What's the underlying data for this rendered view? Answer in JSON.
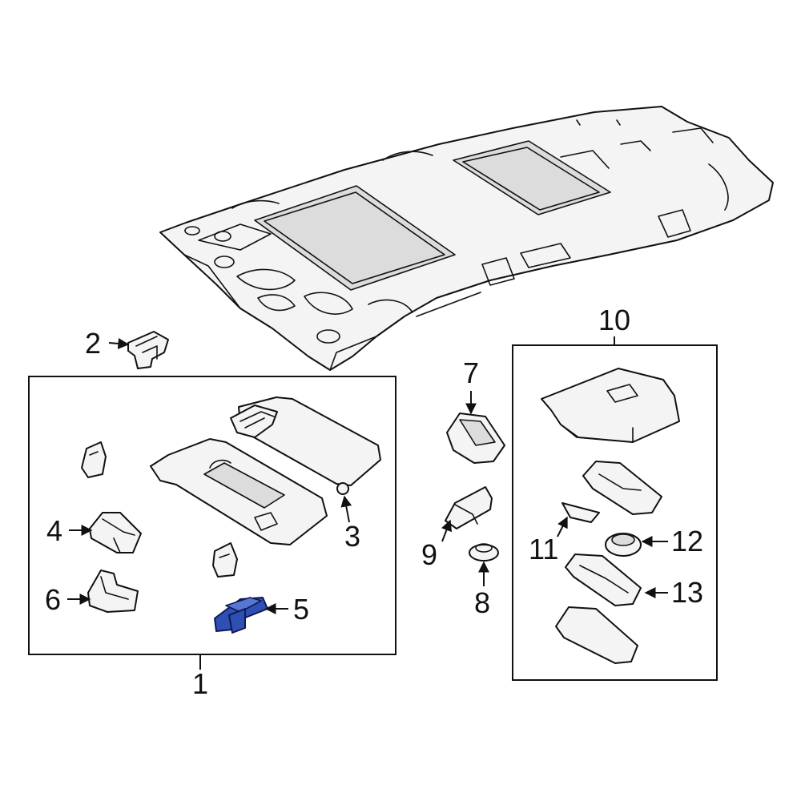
{
  "callouts": {
    "c1": "1",
    "c2": "2",
    "c3": "3",
    "c4": "4",
    "c5": "5",
    "c6": "6",
    "c7": "7",
    "c8": "8",
    "c9": "9",
    "c10": "10",
    "c11": "11",
    "c12": "12",
    "c13": "13"
  },
  "colors": {
    "highlight": "#2f4fb3",
    "line": "#111111",
    "part_fill": "#f4f4f4"
  }
}
